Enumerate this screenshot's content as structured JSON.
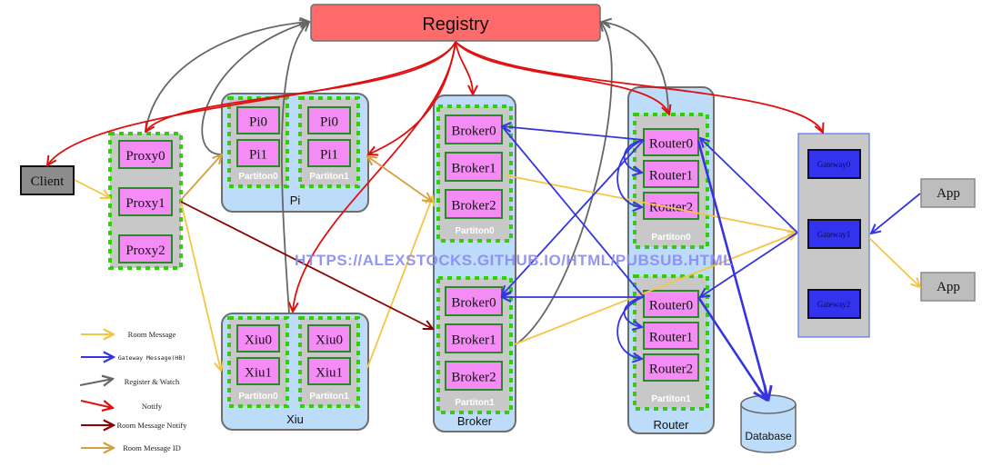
{
  "title": "Registry",
  "watermark": "HTTPS://ALEXSTOCKS.GITHUB.IO/HTML/PUBSUB.HTML",
  "colors": {
    "room_message": "#f5c542",
    "gateway_message": "#3535e0",
    "register_watch": "#666666",
    "notify": "#e01010",
    "room_message_notify": "#8b0000",
    "room_message_id": "#d4a040",
    "registry_fill": "#ff6b6b",
    "node_fill": "#f58cf5",
    "node_border": "#2a8a2a",
    "partition_dots": "#33cc11",
    "partition_fill": "#c8c8c8",
    "cluster_fill": "#bcdcfa",
    "gateway_fill": "#3333ee",
    "watermark": "#8a8af5"
  },
  "client": {
    "label": "Client"
  },
  "proxy": {
    "nodes": [
      "Proxy0",
      "Proxy1",
      "Proxy2"
    ]
  },
  "pi": {
    "label": "Pi",
    "partitions": [
      {
        "label": "Partiton0",
        "nodes": [
          "Pi0",
          "Pi1"
        ]
      },
      {
        "label": "Partiton1",
        "nodes": [
          "Pi0",
          "Pi1"
        ]
      }
    ]
  },
  "xiu": {
    "label": "Xiu",
    "partitions": [
      {
        "label": "Partiton0",
        "nodes": [
          "Xiu0",
          "Xiu1"
        ]
      },
      {
        "label": "Partiton1",
        "nodes": [
          "Xiu0",
          "Xiu1"
        ]
      }
    ]
  },
  "broker": {
    "label": "Broker",
    "partitions": [
      {
        "label": "Partiton0",
        "nodes": [
          "Broker0",
          "Broker1",
          "Broker2"
        ]
      },
      {
        "label": "Partiton1",
        "nodes": [
          "Broker0",
          "Broker1",
          "Broker2"
        ]
      }
    ]
  },
  "router": {
    "label": "Router",
    "partitions": [
      {
        "label": "Partiton0",
        "nodes": [
          "Router0",
          "Router1",
          "Router2"
        ]
      },
      {
        "label": "Partiton1",
        "nodes": [
          "Router0",
          "Router1",
          "Router2"
        ]
      }
    ]
  },
  "gateway": {
    "nodes": [
      "Gateway0",
      "Gateway1",
      "Gateway2"
    ]
  },
  "apps": [
    "App",
    "App"
  ],
  "database": {
    "label": "Database"
  },
  "legend": [
    {
      "key": "room_message",
      "label": "Room Message"
    },
    {
      "key": "gateway_message",
      "label": "Gateway Message(HB)"
    },
    {
      "key": "register_watch",
      "label": "Register & Watch"
    },
    {
      "key": "notify",
      "label": "Notify"
    },
    {
      "key": "room_message_notify",
      "label": "Room Message Notify"
    },
    {
      "key": "room_message_id",
      "label": "Room Message ID"
    }
  ]
}
